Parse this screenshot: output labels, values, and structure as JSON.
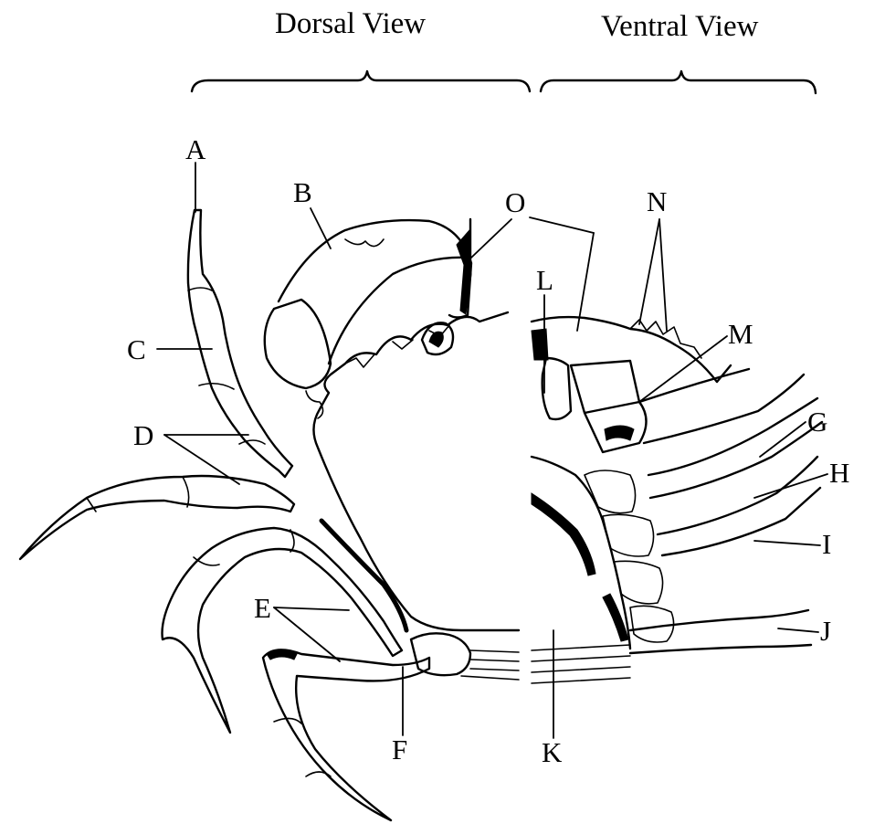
{
  "figure": {
    "views": {
      "dorsal": "Dorsal View",
      "ventral": "Ventral View"
    },
    "labels": {
      "A": "A",
      "B": "B",
      "C": "C",
      "D": "D",
      "E": "E",
      "F": "F",
      "G": "G",
      "H": "H",
      "I": "I",
      "J": "J",
      "K": "K",
      "L": "L",
      "M": "M",
      "N": "N",
      "O": "O"
    }
  }
}
